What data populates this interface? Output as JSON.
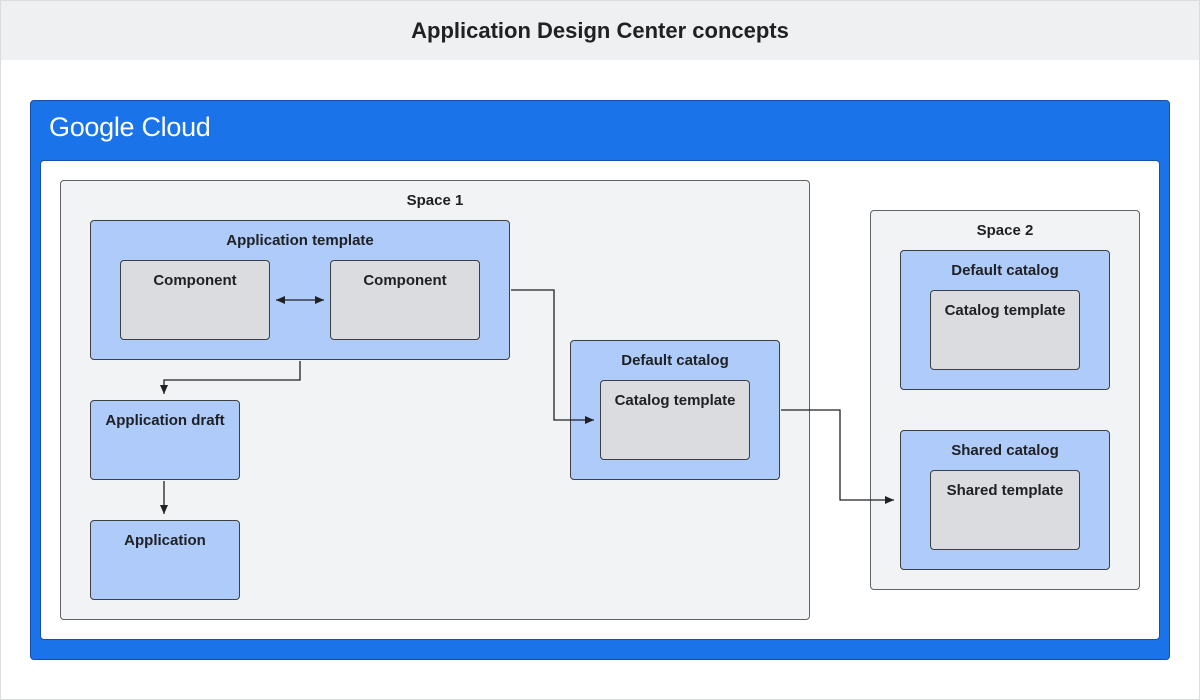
{
  "title": "Application Design Center concepts",
  "brand": {
    "logo_text": "Google Cloud"
  },
  "space1": {
    "label": "Space 1",
    "app_template": {
      "label": "Application template",
      "component_a": "Component",
      "component_b": "Component"
    },
    "app_draft": "Application draft",
    "application": "Application",
    "default_catalog": {
      "label": "Default catalog",
      "catalog_template": "Catalog template"
    }
  },
  "space2": {
    "label": "Space 2",
    "default_catalog": {
      "label": "Default catalog",
      "catalog_template": "Catalog template"
    },
    "shared_catalog": {
      "label": "Shared catalog",
      "shared_template": "Shared template"
    }
  },
  "colors": {
    "brand_blue": "#1a73e8",
    "box_blue": "#aecbfa",
    "box_grey": "#dadce0",
    "space_bg": "#f1f3f4"
  }
}
